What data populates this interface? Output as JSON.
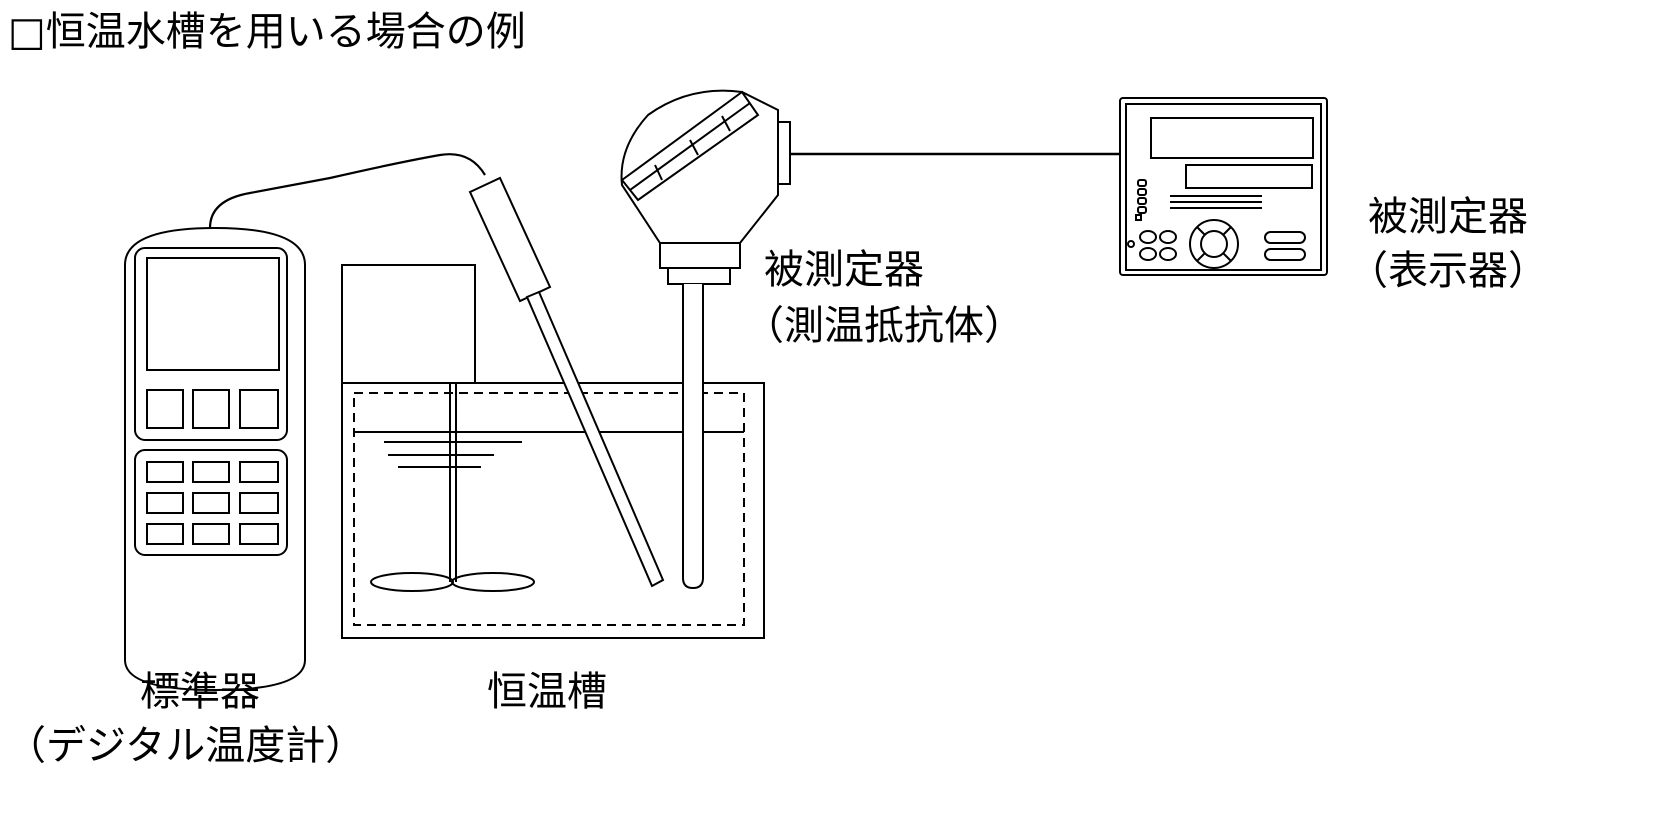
{
  "title": "□恒温水槽を用いる場合の例",
  "labels": {
    "standard": "標準器",
    "standard_sub": "（デジタル温度計）",
    "bath": "恒温槽",
    "rtd": "被測定器",
    "rtd_sub": "（測温抵抗体）",
    "display": "被測定器",
    "display_sub": "（表示器）"
  }
}
